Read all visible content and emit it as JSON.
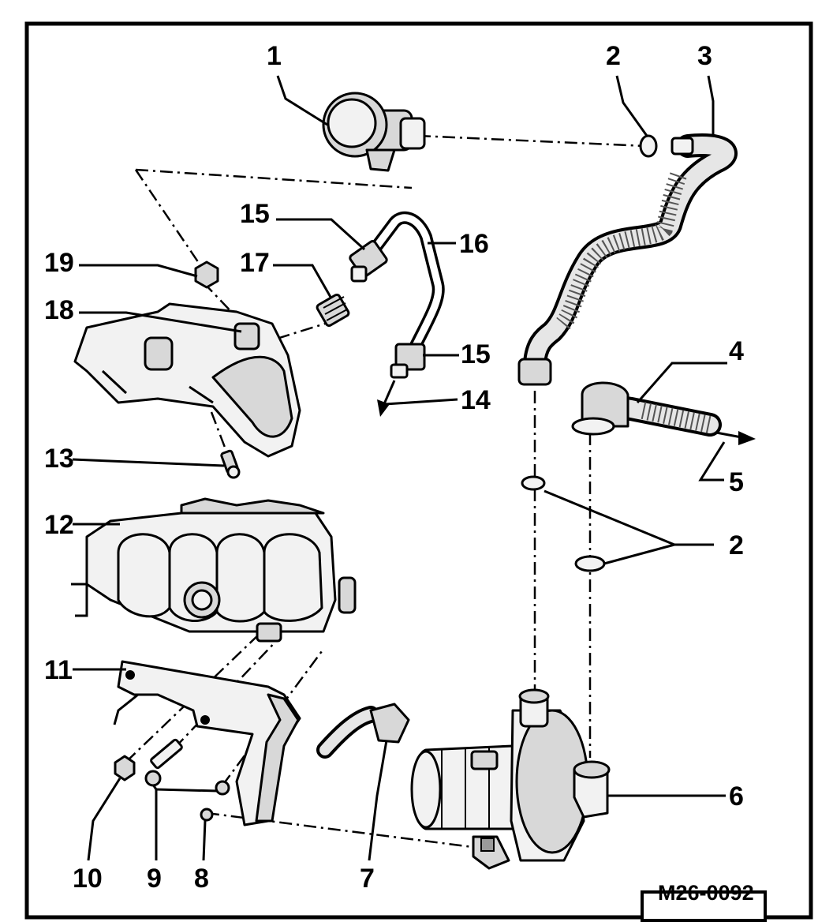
{
  "diagram": {
    "reference_code": "M26-0092",
    "callouts": [
      "1",
      "2",
      "3",
      "4",
      "5",
      "6",
      "7",
      "8",
      "9",
      "10",
      "11",
      "12",
      "13",
      "14",
      "15",
      "16",
      "17",
      "18",
      "19"
    ]
  }
}
